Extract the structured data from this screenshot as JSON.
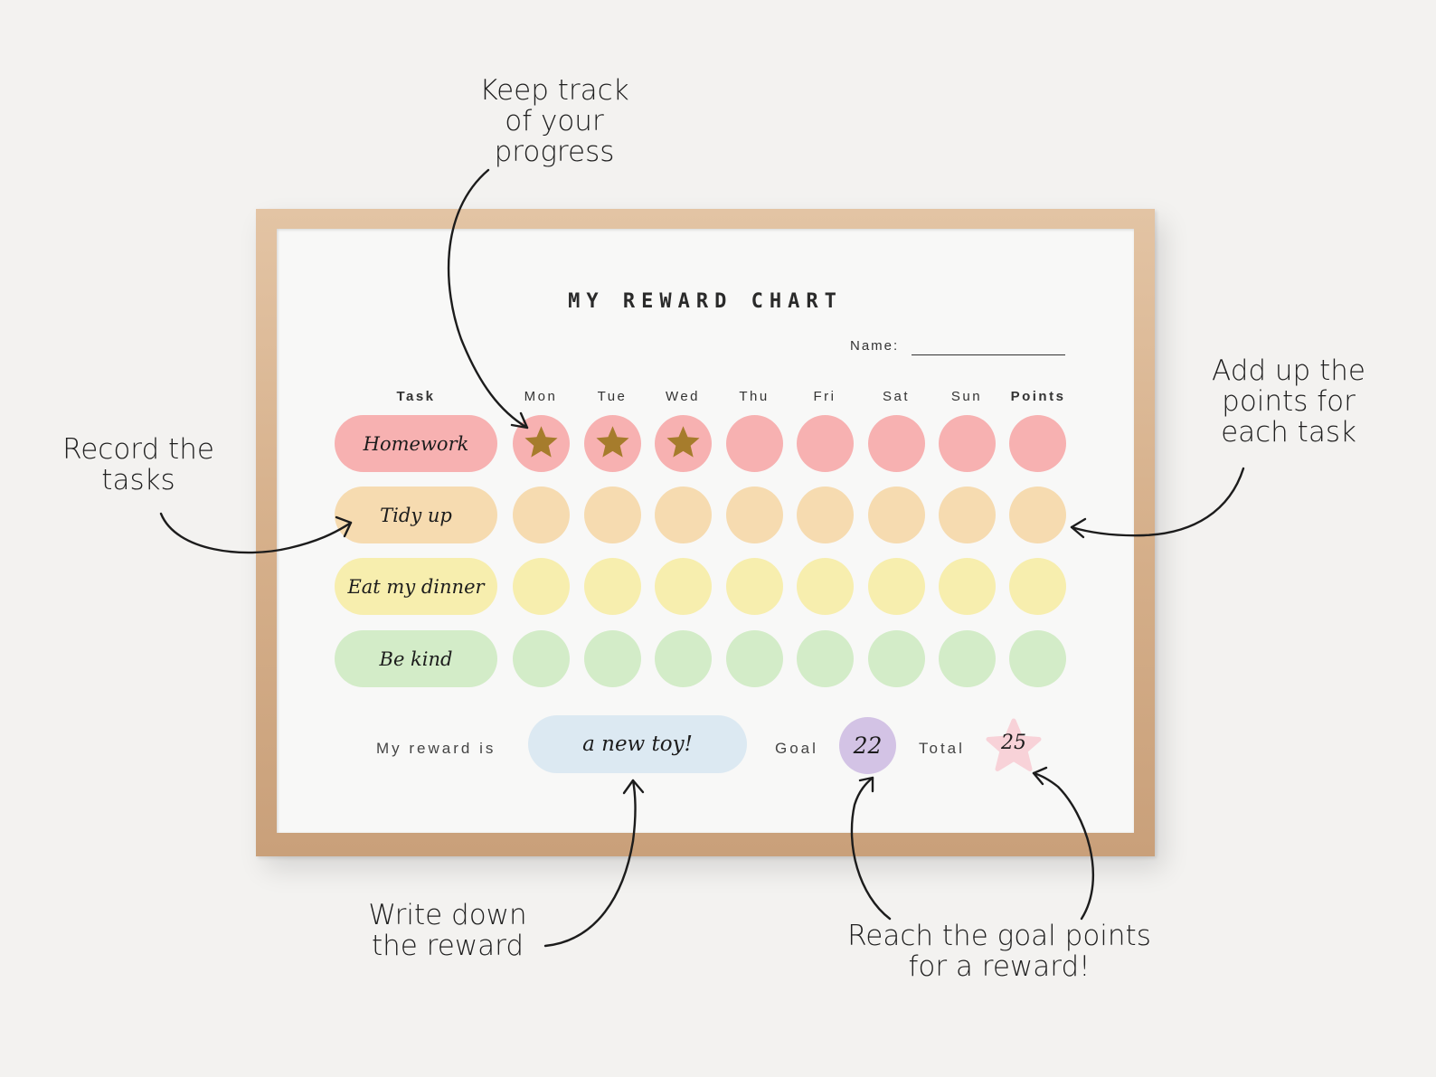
{
  "chart": {
    "title": "MY REWARD CHART",
    "name_label": "Name:",
    "task_header": "Task",
    "days": [
      "Mon",
      "Tue",
      "Wed",
      "Thu",
      "Fri",
      "Sat",
      "Sun"
    ],
    "points_header": "Points",
    "tasks": [
      {
        "label": "Homework",
        "color": "#f7b1b1",
        "stars": 3
      },
      {
        "label": "Tidy up",
        "color": "#f6dbb0",
        "stars": 0
      },
      {
        "label": "Eat my dinner",
        "color": "#f7eeae",
        "stars": 0
      },
      {
        "label": "Be kind",
        "color": "#d3ecc8",
        "stars": 0
      }
    ],
    "reward_label": "My reward is",
    "reward_value": "a new toy!",
    "reward_color": "#dce9f2",
    "goal_label": "Goal",
    "goal_value": "22",
    "goal_color": "#d3c3e5",
    "total_label": "Total",
    "total_value": "25",
    "total_color": "#f8d2d8",
    "star_color": "#a67c2c"
  },
  "annotations": {
    "track": [
      "Keep track",
      "of your",
      "progress"
    ],
    "record": [
      "Record the",
      "tasks"
    ],
    "add_up": [
      "Add up the",
      "points for",
      "each task"
    ],
    "write_down": [
      "Write down",
      "the reward"
    ],
    "goal": [
      "Reach the goal points",
      "for a reward!"
    ]
  }
}
